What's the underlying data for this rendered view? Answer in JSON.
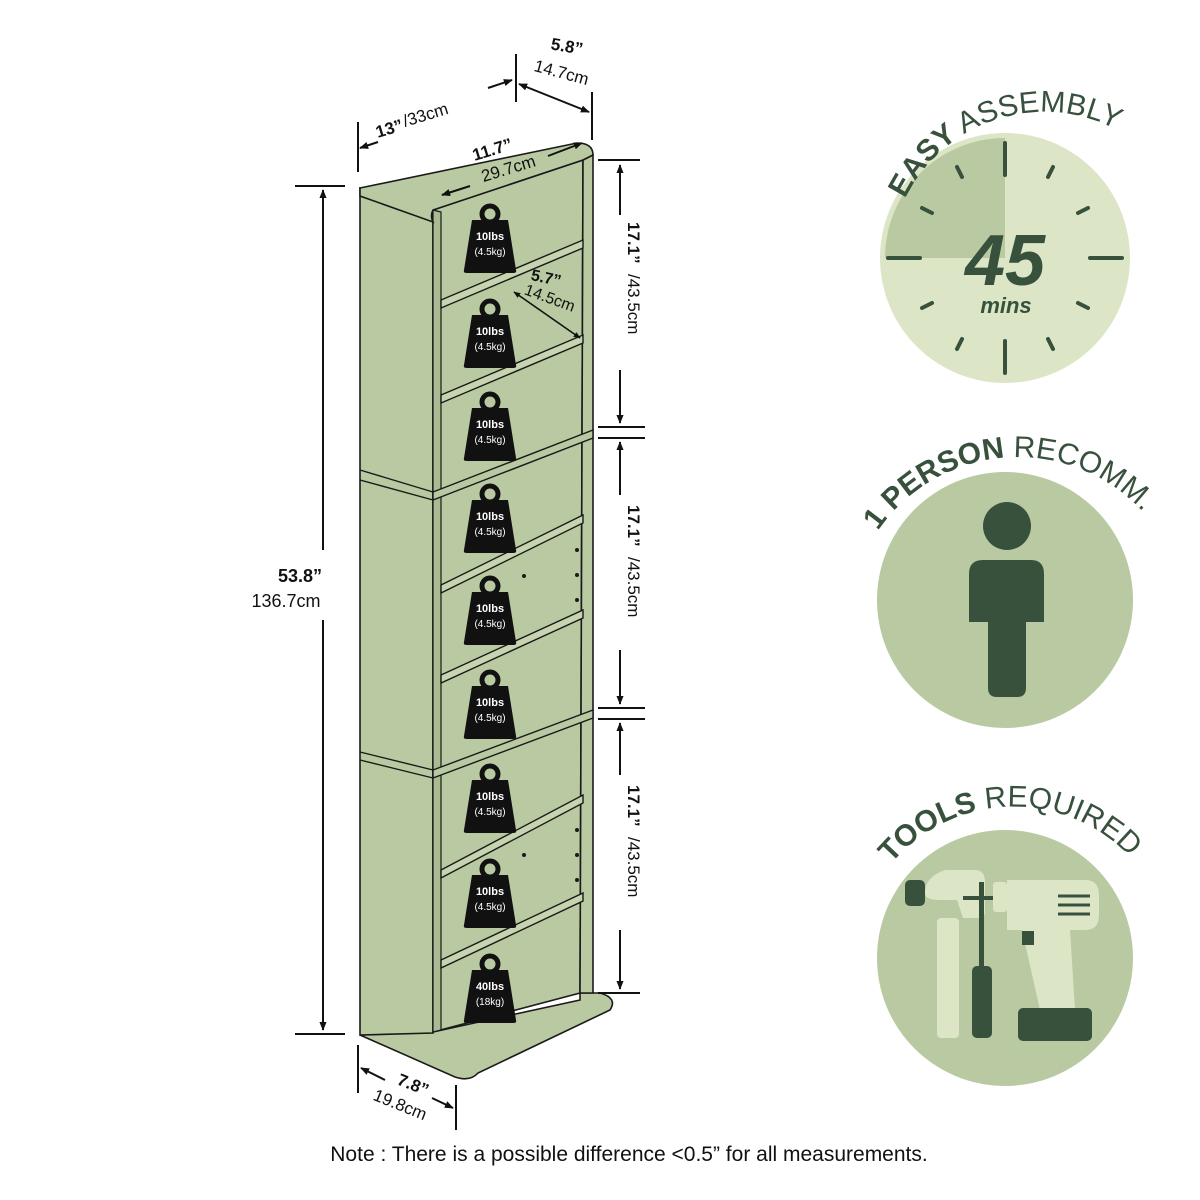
{
  "colors": {
    "panel": "#b9c9a1",
    "panel_light": "#dce6c7",
    "dark": "#37513d",
    "outline": "#1a1a1a",
    "weight": "#111111"
  },
  "dimensions": {
    "depth_top": {
      "in": "5.8”",
      "cm": "14.7cm"
    },
    "width_top": {
      "in": "13”",
      "cm": "/33cm"
    },
    "inner_width": {
      "in": "11.7”",
      "cm": "29.7cm"
    },
    "inner_depth": {
      "in": "5.7”",
      "cm": "14.5cm"
    },
    "height": {
      "in": "53.8”",
      "cm": "136.7cm"
    },
    "section_1": {
      "in": "17.1”",
      "cm": "/43.5cm"
    },
    "section_2": {
      "in": "17.1”",
      "cm": "/43.5cm"
    },
    "section_3": {
      "in": "17.1”",
      "cm": "/43.5cm"
    },
    "base_depth": {
      "in": "7.8”",
      "cm": "19.8cm"
    }
  },
  "weights": [
    {
      "lbs": "10lbs",
      "kg": "(4.5kg)"
    },
    {
      "lbs": "10lbs",
      "kg": "(4.5kg)"
    },
    {
      "lbs": "10lbs",
      "kg": "(4.5kg)"
    },
    {
      "lbs": "10lbs",
      "kg": "(4.5kg)"
    },
    {
      "lbs": "10lbs",
      "kg": "(4.5kg)"
    },
    {
      "lbs": "10lbs",
      "kg": "(4.5kg)"
    },
    {
      "lbs": "10lbs",
      "kg": "(4.5kg)"
    },
    {
      "lbs": "10lbs",
      "kg": "(4.5kg)"
    },
    {
      "lbs": "40lbs",
      "kg": "(18kg)"
    }
  ],
  "badges": {
    "assembly": {
      "bold": "EASY",
      "rest": "ASSEMBLY",
      "number": "45",
      "unit": "mins"
    },
    "person": {
      "bold": "1 PERSON",
      "rest": "RECOMM."
    },
    "tools": {
      "bold": "TOOLS",
      "rest": "REQUIRED"
    }
  },
  "note": "Note : There is a possible difference <0.5” for all measurements."
}
